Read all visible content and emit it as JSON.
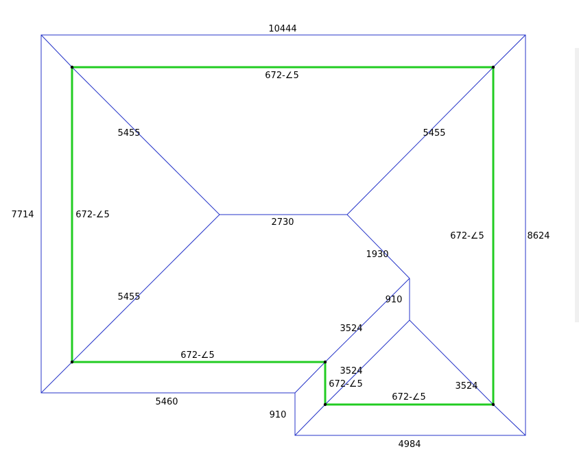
{
  "colors": {
    "outline": "#2433c8",
    "wall": "#22cc22",
    "point": "#000000",
    "text": "#000000",
    "background": "#ffffff"
  },
  "labels": {
    "top": "10444",
    "left": "7714",
    "right": "8624",
    "bottom_left": "5460",
    "bottom_step": "910",
    "bottom_right": "4984",
    "hip_top_left": "5455",
    "hip_top_right": "5455",
    "hip_bottom_left": "5455",
    "ridge": "2730",
    "valley_upper": "1930",
    "step_vertical": "910",
    "valley_lower": "3524",
    "hip_inner": "3524",
    "hip_bottom_right": "3524",
    "wall_top": "672-∠5",
    "wall_left": "672-∠5",
    "wall_right": "672-∠5",
    "wall_bottom_left": "672-∠5",
    "wall_step": "672-∠5",
    "wall_bottom_right": "672-∠5"
  }
}
